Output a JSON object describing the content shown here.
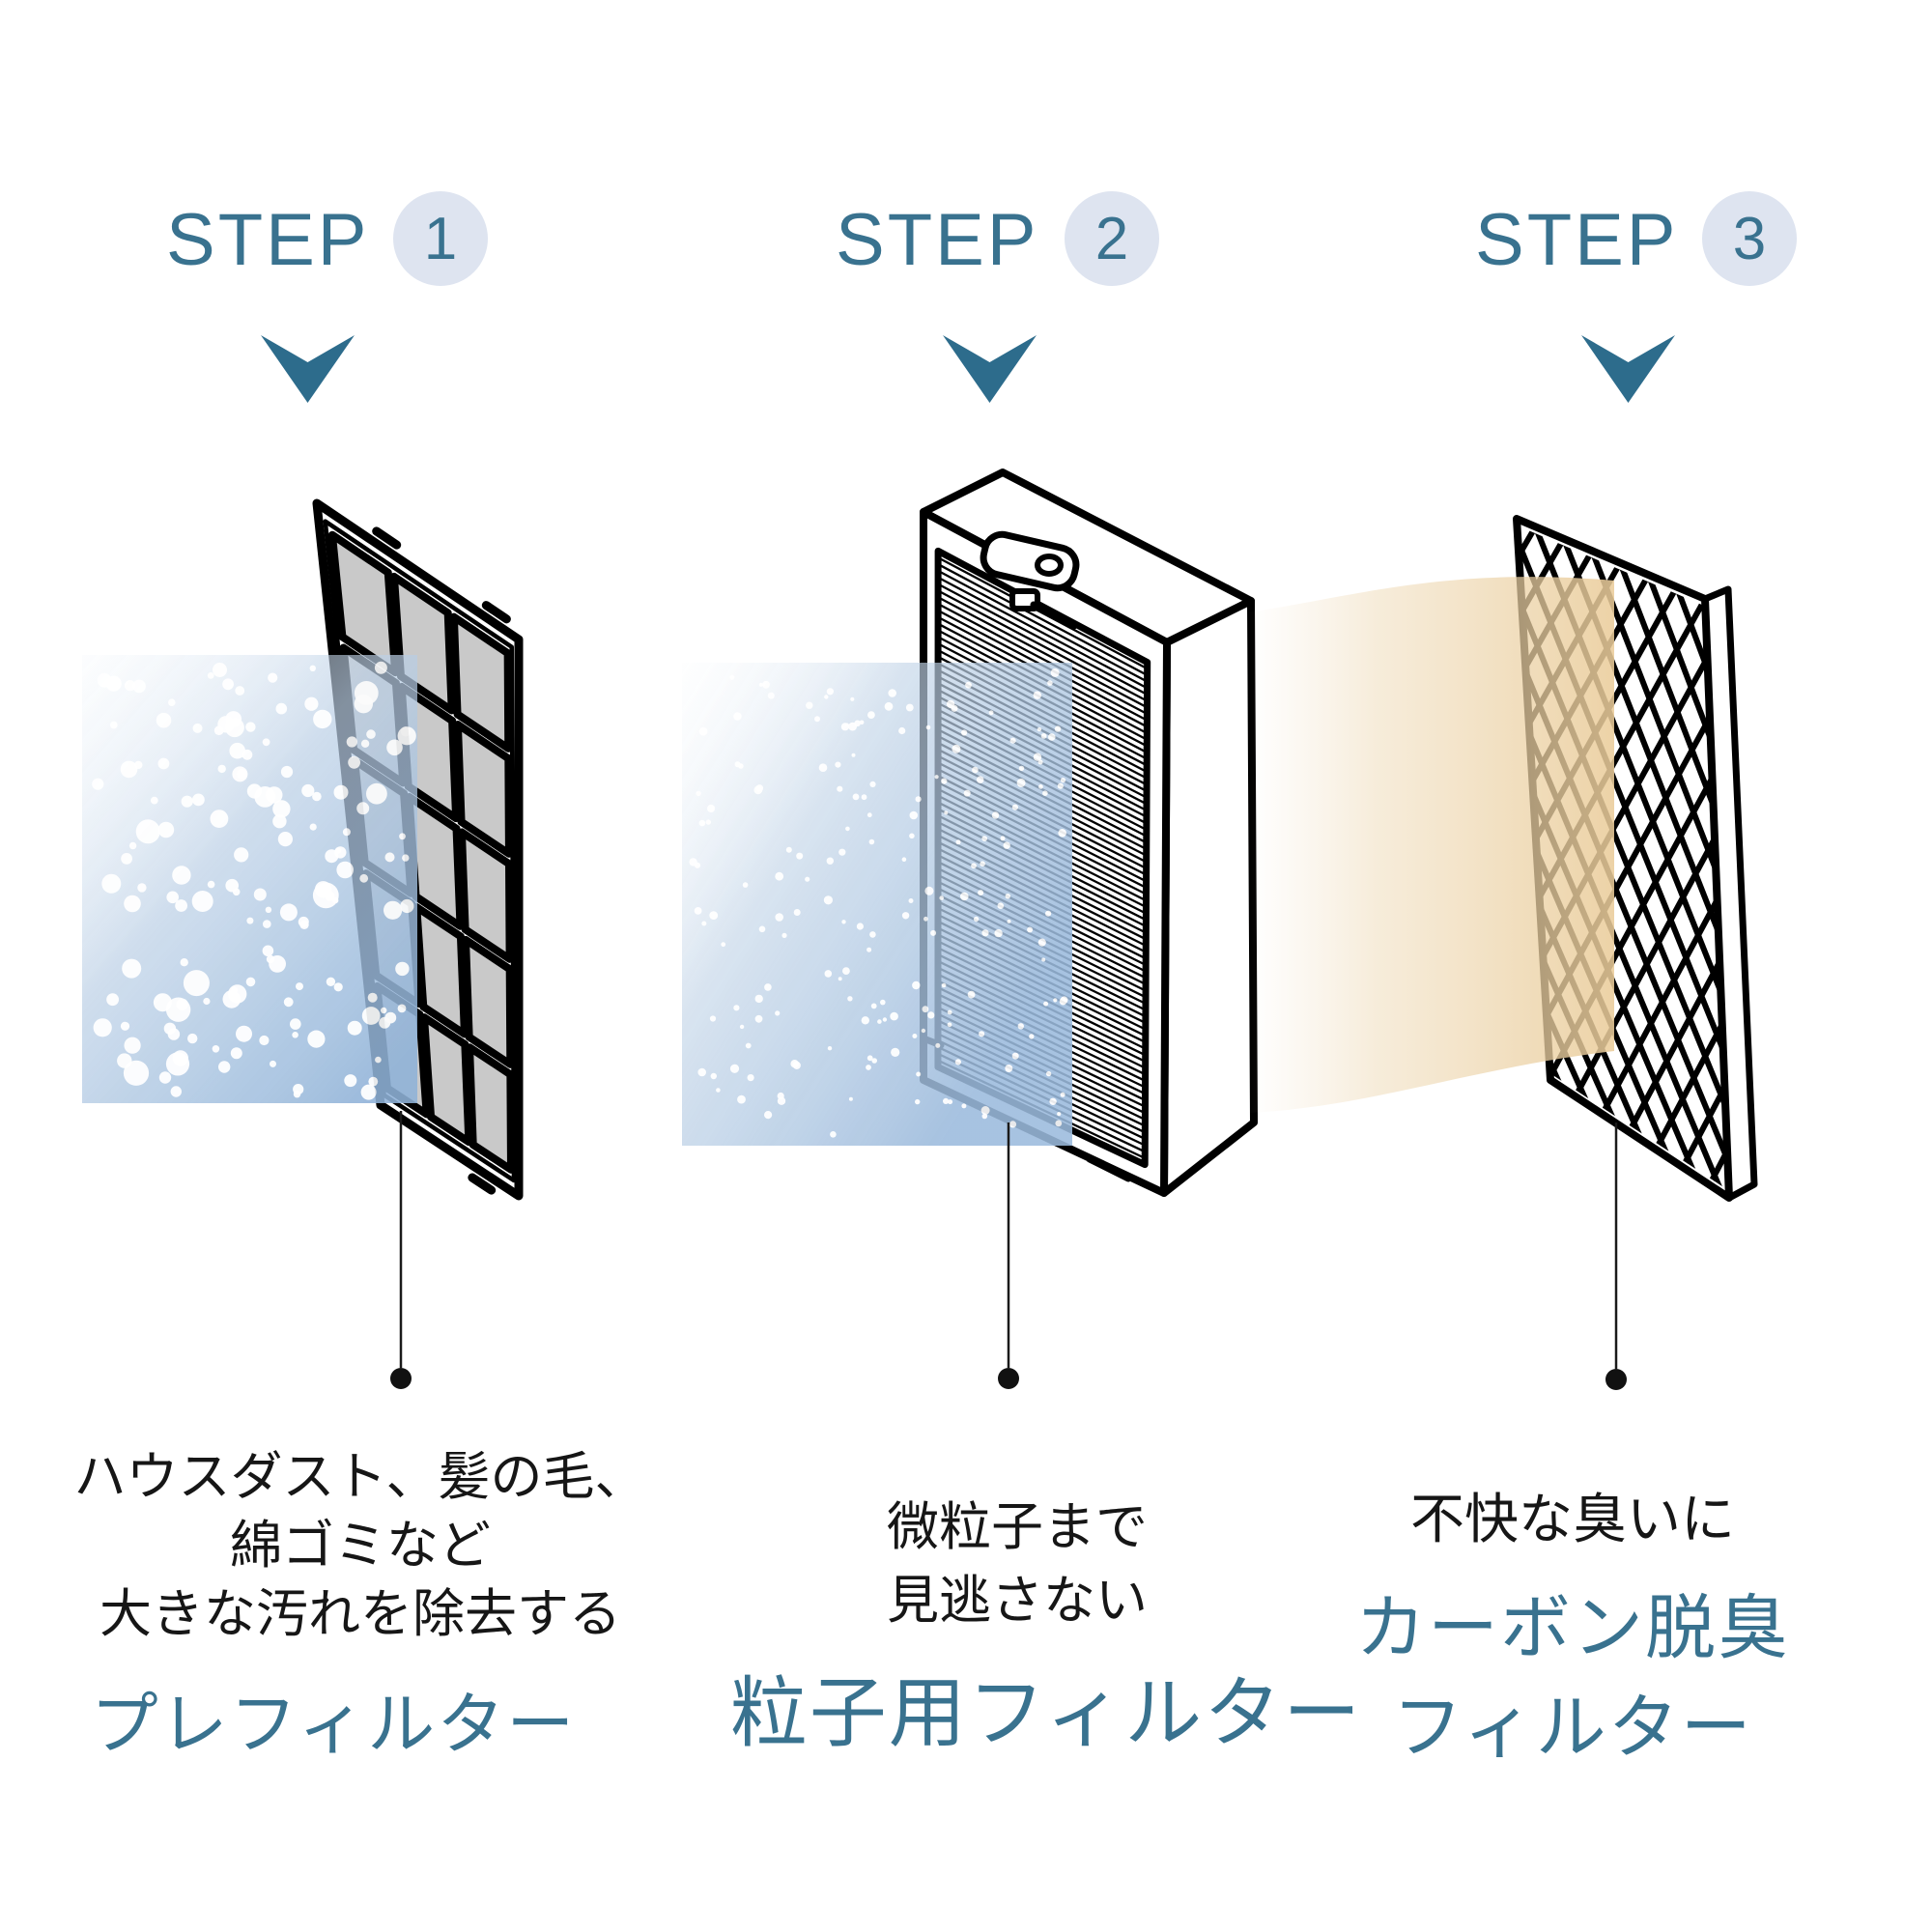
{
  "steps": [
    {
      "step_label": "STEP",
      "step_number": "1",
      "description_lines": [
        "ハウスダスト、髪の毛、",
        "綿ゴミなど",
        "大きな汚れを除去する"
      ],
      "title_lines": [
        "プレフィルター"
      ],
      "filter_name": "pre-filter"
    },
    {
      "step_label": "STEP",
      "step_number": "2",
      "description_lines": [
        "微粒子まで",
        "見逃さない"
      ],
      "title_lines": [
        "粒子用フィルター"
      ],
      "filter_name": "particle-filter"
    },
    {
      "step_label": "STEP",
      "step_number": "3",
      "description_lines": [
        "不快な臭いに"
      ],
      "title_lines": [
        "カーボン脱臭",
        "フィルター"
      ],
      "filter_name": "carbon-deodorizing-filter"
    }
  ],
  "colors": {
    "accent_teal": "#39728F",
    "arrow_teal": "#2D6C8C",
    "circle_background": "#DEE4F0",
    "dust_blue": "#96B6DB",
    "odor_sheet_tan": "#EACC9A",
    "panel_gray": "#C9C9C9",
    "outline_black": "#000000",
    "text_black": "#161616"
  }
}
